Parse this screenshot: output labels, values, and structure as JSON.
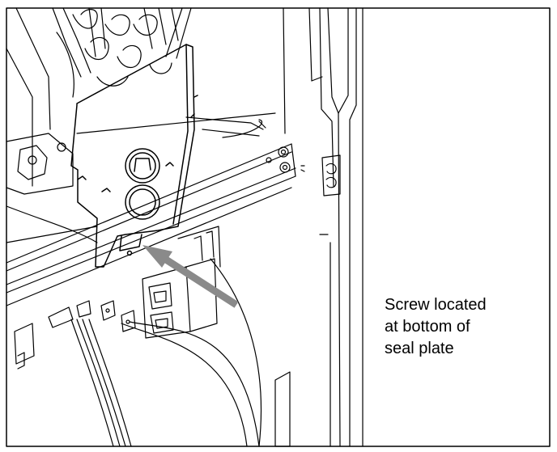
{
  "callout": {
    "lines": [
      "Screw located",
      "at bottom of",
      "seal plate"
    ]
  },
  "colors": {
    "line": "#000000",
    "arrow": "#8a8a8a",
    "background": "#ffffff"
  }
}
